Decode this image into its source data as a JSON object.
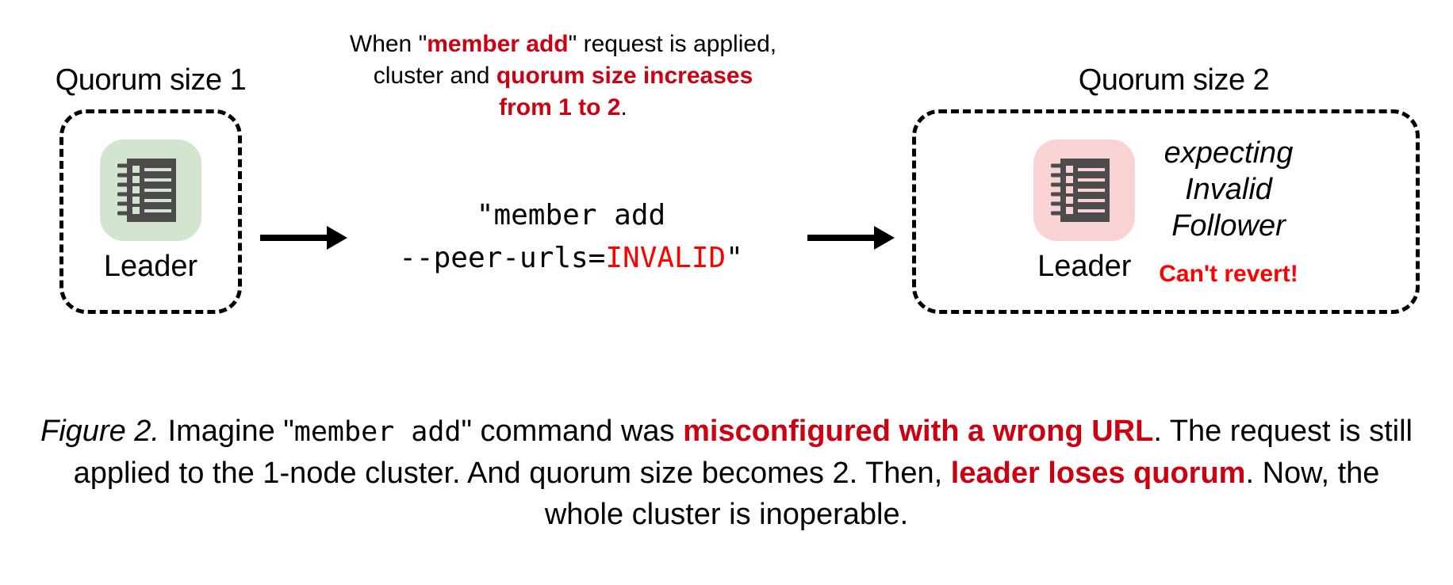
{
  "figure": {
    "colors": {
      "highlight_red": "#CC0011",
      "bright_red": "#FF0000",
      "icon_green_bg": "#D3E5CF",
      "icon_green_shadow": "#AEC0A9",
      "icon_pink_bg": "#F9D3D3",
      "icon_pink_shadow": "#C9A0A0",
      "icon_body": "#4C4C4C",
      "text_black": "#000000"
    },
    "left_cluster": {
      "title": "Quorum size 1",
      "node_label": "Leader",
      "icon_name": "server-ledger-icon-green"
    },
    "right_cluster": {
      "title": "Quorum size 2",
      "node_label": "Leader",
      "icon_name": "server-ledger-icon-pink",
      "notes": [
        "expecting",
        "Invalid",
        "Follower"
      ],
      "warning": "Can't revert!"
    },
    "top_annotation": {
      "line1_part1": "When \"",
      "line1_highlight": "member add",
      "line1_part2": "\" request is applied,",
      "line2_part1": "cluster and ",
      "line2_highlight": "quorum size increases",
      "line3_highlight": "from 1 to 2",
      "line3_part2": "."
    },
    "command": {
      "line1": "\"member add",
      "line2_prefix": "--peer-urls=",
      "line2_invalid": "INVALID",
      "line2_suffix": "\""
    },
    "arrows": {
      "left_arrow_name": "arrow-right-left",
      "right_arrow_name": "arrow-right-right"
    },
    "caption": {
      "label": "Figure 2.",
      "seg1": " Imagine \"",
      "mono1": "member add",
      "seg2": "\" command was ",
      "hl1": "misconfigured with a wrong URL",
      "seg3": ". The request is still applied to the 1-node cluster. And quorum size becomes 2. Then, ",
      "hl2": "leader loses quorum",
      "seg4": ". Now, the whole cluster is inoperable."
    }
  }
}
